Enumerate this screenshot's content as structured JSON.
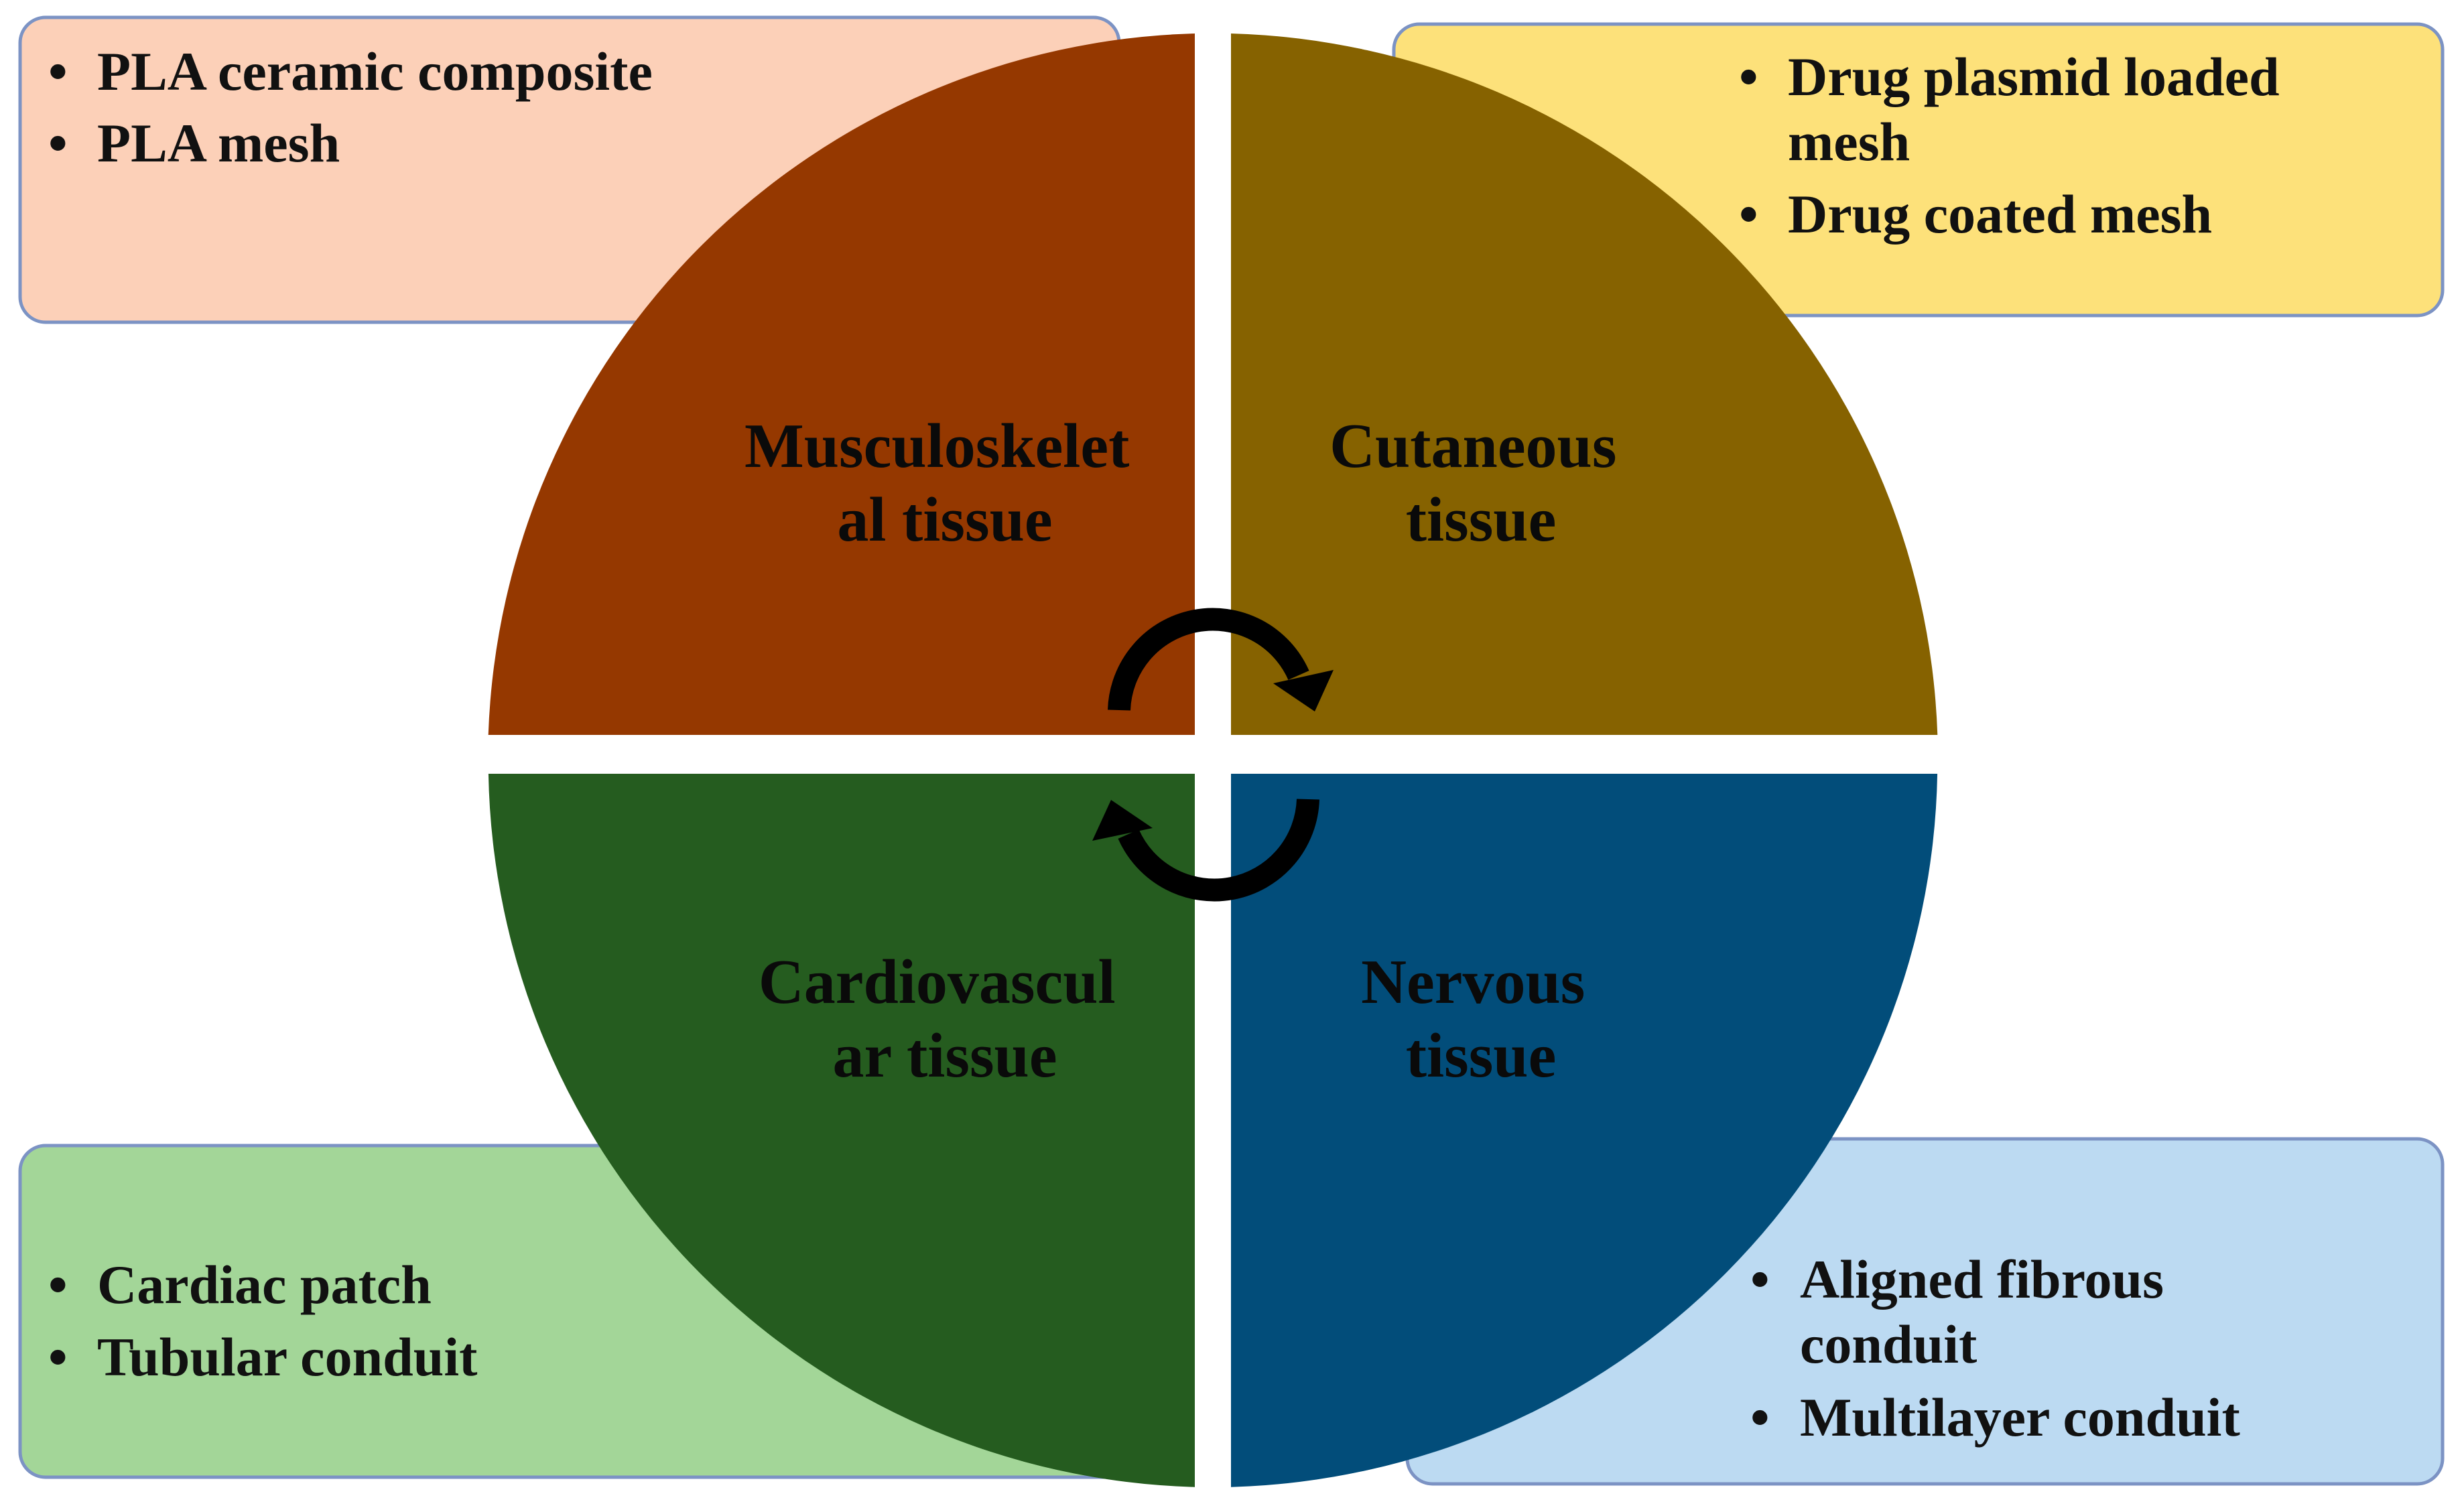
{
  "quadrants": {
    "musculoskeletal": {
      "label_lines": [
        "Musculoskelet",
        "al tissue"
      ],
      "color": "#953800",
      "box_color": "#fcd0b8",
      "items": [
        [
          "PLA ceramic composite"
        ],
        [
          "PLA mesh"
        ]
      ]
    },
    "cutaneous": {
      "label_lines": [
        "Cutaneous",
        "tissue"
      ],
      "color": "#866200",
      "box_color": "#fde17a",
      "items": [
        [
          "Drug plasmid loaded",
          "mesh"
        ],
        [
          "Drug coated mesh"
        ]
      ]
    },
    "cardiovascular": {
      "label_lines": [
        "Cardiovascul",
        "ar tissue"
      ],
      "color": "#255c1f",
      "box_color": "#a3d698",
      "items": [
        [
          "Cardiac patch"
        ],
        [
          "Tubular conduit"
        ]
      ]
    },
    "nervous": {
      "label_lines": [
        "Nervous",
        "tissue"
      ],
      "color": "#024d7a",
      "box_color": "#bcdaf2",
      "items": [
        [
          "Aligned fibrous",
          "conduit"
        ],
        [
          "Multilayer conduit"
        ]
      ]
    }
  },
  "box_border_color": "#7c93c4",
  "arrow_color": "#000000",
  "bullet_char": "•"
}
